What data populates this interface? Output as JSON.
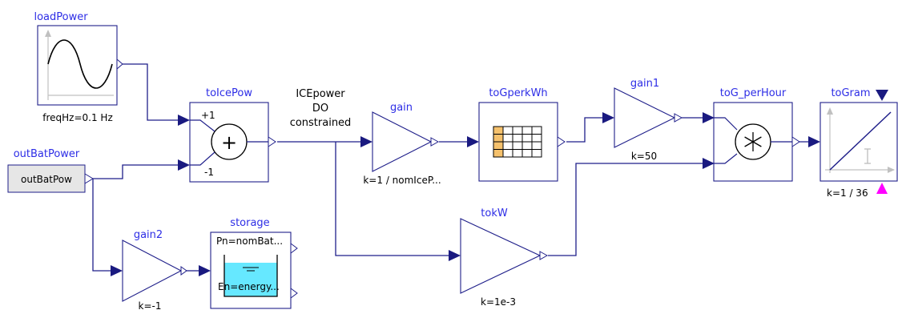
{
  "blocks": {
    "loadPower": {
      "name": "loadPower",
      "param": "freqHz=0.1 Hz"
    },
    "outBatPower": {
      "name": "outBatPower",
      "label": "outBatPow"
    },
    "toIcePow": {
      "name": "toIcePow",
      "plus_in": "+1",
      "minus_in": "-1",
      "sym": "+"
    },
    "wire_label": {
      "line1": "ICEpower",
      "line2": "DO",
      "line3": "constrained"
    },
    "gain": {
      "name": "gain",
      "param": "k=1 / nomIceP..."
    },
    "toGperkWh": {
      "name": "toGperkWh"
    },
    "gain1": {
      "name": "gain1",
      "param": "k=50"
    },
    "toG_perHour": {
      "name": "toG_perHour"
    },
    "toGrams": {
      "name": "toGram",
      "param": "k=1 / 36"
    },
    "tokW": {
      "name": "tokW",
      "param": "k=1e-3"
    },
    "gain2": {
      "name": "gain2",
      "param": "k=-1"
    },
    "storage": {
      "name": "storage",
      "pn": "Pn=nomBat...",
      "en": "En=energy..."
    }
  },
  "colors": {
    "connector": "#1a1a80",
    "title_text": "#2d2de6",
    "table_accent": "#f5c16c",
    "tank_fill": "#66e8ff",
    "marker": "#ff00ff"
  }
}
